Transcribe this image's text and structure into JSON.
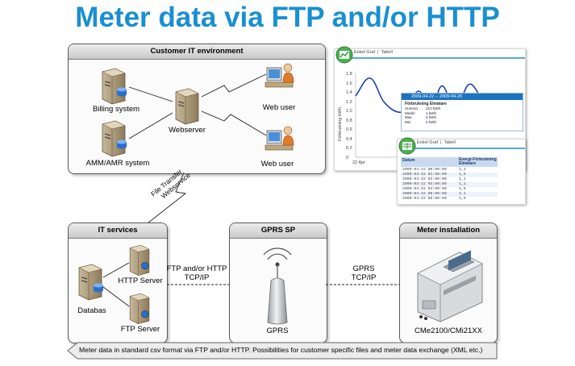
{
  "title": "Meter data via FTP and/or HTTP",
  "customer_it": {
    "header": "Customer IT environment",
    "billing": "Billing system",
    "amm": "AMM/AMR system",
    "webserver": "Webserver",
    "web_user_1": "Web user",
    "web_user_2": "Web user"
  },
  "link_label_1": "File Transfer",
  "link_label_2": "Webservice",
  "it_services": {
    "header": "IT services",
    "databas": "Databas",
    "http_server": "HTTP Server",
    "ftp_server": "FTP Server"
  },
  "ftp_link_1": "FTP and/or HTTP",
  "ftp_link_2": "TCP/IP",
  "gprs_sp": {
    "header": "GPRS SP",
    "gprs": "GPRS"
  },
  "gprs_link_1": "GPRS",
  "gprs_link_2": "TCP/IP",
  "meter": {
    "header": "Meter installation",
    "device": "CMe2100/CMi21XX"
  },
  "footer": "Meter data in standard csv format via FTP and/or HTTP. Possibilities for customer specific files and meter data exchange (XML etc.)",
  "graph_panel": {
    "tabs": [
      "Enkel Graf",
      "Tabell"
    ],
    "ylabel": "Förbrukning kWh",
    "y_ticks": [
      "1.8",
      "1.6",
      "1.4",
      "1.2",
      "1.0",
      "0.8",
      "0.6",
      "0.4",
      "0.2",
      "0"
    ],
    "x_tick": "22 Apr",
    "date_range": "2009-04-22 -- 2009-04-29",
    "stats_title": "Förbrukning Elmätare",
    "stats": [
      {
        "k": "Summa",
        "v": "210 kWh"
      },
      {
        "k": "Medel",
        "v": "1 kWh"
      },
      {
        "k": "Max",
        "v": "4 kWh"
      },
      {
        "k": "Min",
        "v": "0 kWh"
      }
    ]
  },
  "table_panel": {
    "tabs": [
      "Enkel Graf",
      "Tabell"
    ],
    "col1": "Datum",
    "col2": "Energi-Förbrukning Elmätare",
    "rows": [
      [
        "2009-04-22 00:00:00",
        "1,2"
      ],
      [
        "2009-04-22 01:00:00",
        "1,5"
      ],
      [
        "2009-04-22 02:00:00",
        "1,1"
      ],
      [
        "2009-04-22 03:00:00",
        "1,1"
      ],
      [
        "2009-04-22 04:00:00",
        "1,6"
      ],
      [
        "2009-04-22 05:00:00",
        "2,1"
      ],
      [
        "2009-04-22 06:00:00",
        "1,9"
      ]
    ]
  }
}
